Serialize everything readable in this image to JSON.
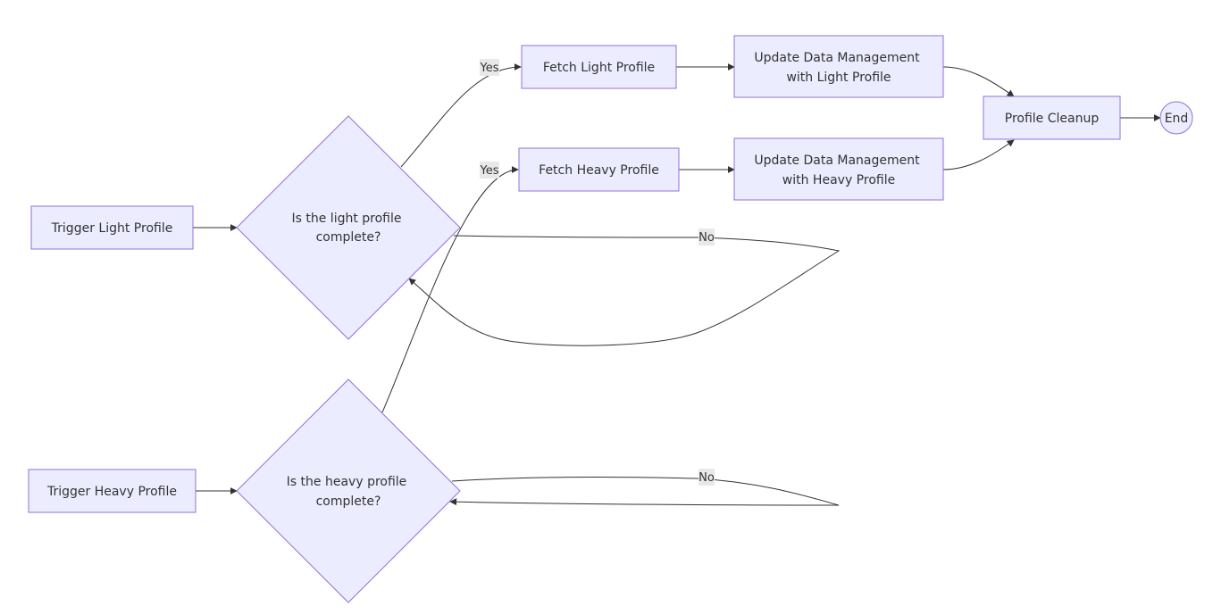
{
  "nodes": {
    "trigger_light": "Trigger Light Profile",
    "trigger_heavy": "Trigger Heavy Profile",
    "light_decision": [
      "Is the light profile",
      "complete?"
    ],
    "heavy_decision": [
      "Is the heavy profile",
      "complete?"
    ],
    "fetch_light": "Fetch Light Profile",
    "fetch_heavy": "Fetch Heavy Profile",
    "update_light": [
      "Update Data Management",
      "with Light Profile"
    ],
    "update_heavy": [
      "Update Data Management",
      "with Heavy Profile"
    ],
    "cleanup": "Profile Cleanup",
    "end": "End"
  },
  "edge_labels": {
    "light_yes": "Yes",
    "heavy_yes": "Yes",
    "light_no": "No",
    "heavy_no": "No"
  },
  "colors": {
    "node_fill": "#ECECFF",
    "node_stroke": "#9370DB",
    "edge": "#333333",
    "label_bg": "#E8E8E8"
  }
}
